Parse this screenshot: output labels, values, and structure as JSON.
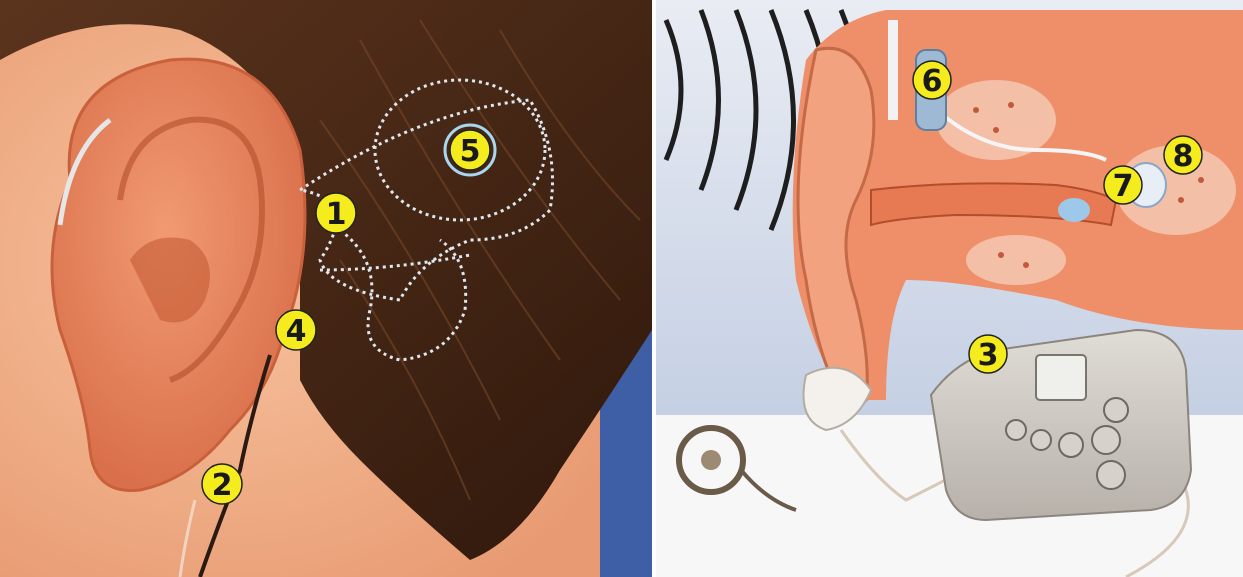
{
  "markers": {
    "m1": "1",
    "m2": "2",
    "m3": "3",
    "m4": "4",
    "m5": "5",
    "m6": "6",
    "m7": "7",
    "m8": "8"
  },
  "colors": {
    "marker_fill": "#f4ec1c",
    "hair": "#4a2a18",
    "skin": "#f2b08a",
    "ear_canal": "#e8774f",
    "dotted_coil": "#dde8f0",
    "device": "#cfcac4",
    "background_blue": "#3e5fa6"
  }
}
